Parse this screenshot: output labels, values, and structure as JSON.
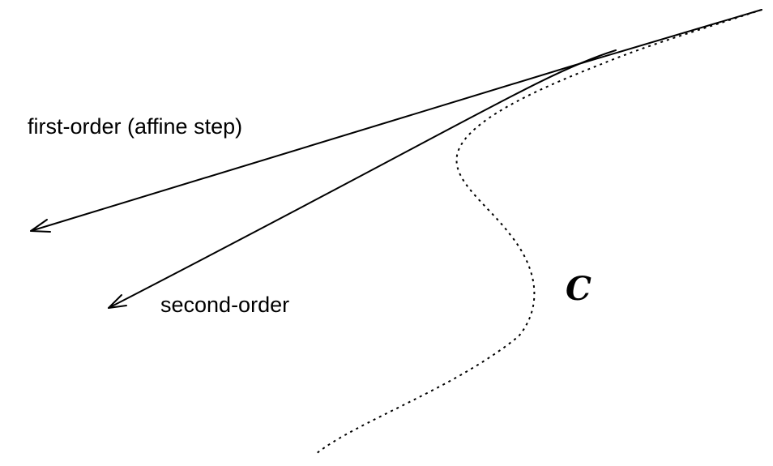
{
  "labels": {
    "first_order": "first-order (affine step)",
    "second_order": "second-order",
    "curve": "C"
  },
  "colors": {
    "ink": "#000000",
    "background": "#ffffff"
  }
}
